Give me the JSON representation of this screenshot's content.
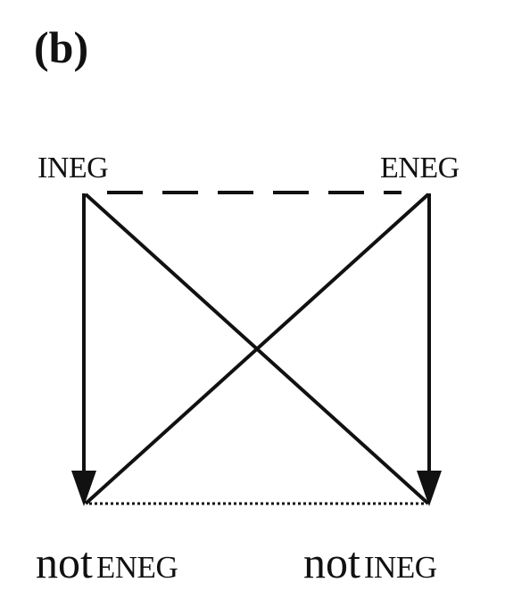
{
  "panel_label": "(b)",
  "top_left_label": "INEG",
  "top_right_label": "ENEG",
  "bottom_left": {
    "prefix": "not",
    "term": "ENEG"
  },
  "bottom_right": {
    "prefix": "not",
    "term": "INEG"
  },
  "colors": {
    "ink": "#111111",
    "background": "#ffffff"
  },
  "relations": [
    {
      "from": "INEG",
      "to": "ENEG",
      "style": "dashed"
    },
    {
      "from": "not ENEG",
      "to": "not INEG",
      "style": "dotted"
    },
    {
      "from": "INEG",
      "to": "not ENEG",
      "style": "arrow"
    },
    {
      "from": "ENEG",
      "to": "not INEG",
      "style": "arrow"
    },
    {
      "from": "INEG",
      "to": "not INEG",
      "style": "line"
    },
    {
      "from": "ENEG",
      "to": "not ENEG",
      "style": "line"
    }
  ]
}
